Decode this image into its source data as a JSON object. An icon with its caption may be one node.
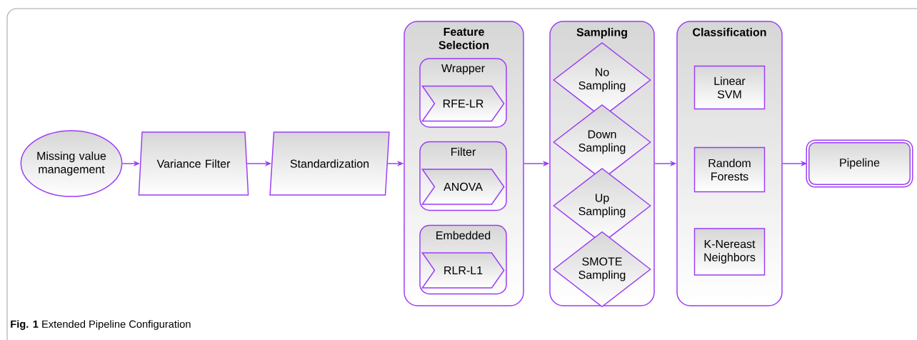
{
  "diagram": {
    "caption": "**Fig. 1** Extended Pipeline Configuration",
    "nodes": [
      {
        "text": [
          "Missing value management"
        ]
      },
      {
        "text": [
          "Variance Filter"
        ]
      },
      {
        "text": [
          "Standardization"
        ]
      },
      {
        "text": [
          "Feature Selection"
        ]
      },
      {
        "text": [
          "Wrapper"
        ],
        "in": 3
      },
      {
        "text": [
          "RFE-LR"
        ],
        "in": 4
      },
      {
        "text": [
          "Filter"
        ],
        "in": 3
      },
      {
        "text": [
          "ANOVA"
        ],
        "in": 6
      },
      {
        "text": [
          "Embedded"
        ],
        "in": 3
      },
      {
        "text": [
          "RLR-L1"
        ],
        "in": 8
      },
      {
        "text": [
          "Sampling"
        ]
      },
      {
        "text": [
          "No Sampling"
        ],
        "in": 10
      },
      {
        "text": [
          "Down Sampling"
        ],
        "in": 10
      },
      {
        "text": [
          "Up Sampling"
        ],
        "in": 10
      },
      {
        "text": [
          "SMOTE Sampling"
        ],
        "in": 10
      },
      {
        "text": [
          "Classification"
        ]
      },
      {
        "text": [
          "Linear SVM"
        ],
        "in": 15
      },
      {
        "text": [
          "Random Forests"
        ],
        "in": 15
      },
      {
        "text": [
          "K-Nereast Neighbors"
        ],
        "in": 15
      },
      {
        "text": [
          "Pipeline"
        ]
      }
    ],
    "edges": [
      {
        "from": 0,
        "to": 1,
        "arrow": "to"
      },
      {
        "from": 1,
        "to": 2,
        "arrow": "to"
      },
      {
        "from": 2,
        "to": 3,
        "arrow": "to"
      },
      {
        "from": 3,
        "to": 10,
        "arrow": "to"
      },
      {
        "from": 10,
        "to": 15,
        "arrow": "to"
      },
      {
        "from": 15,
        "to": 19,
        "arrow": "to"
      }
    ]
  }
}
